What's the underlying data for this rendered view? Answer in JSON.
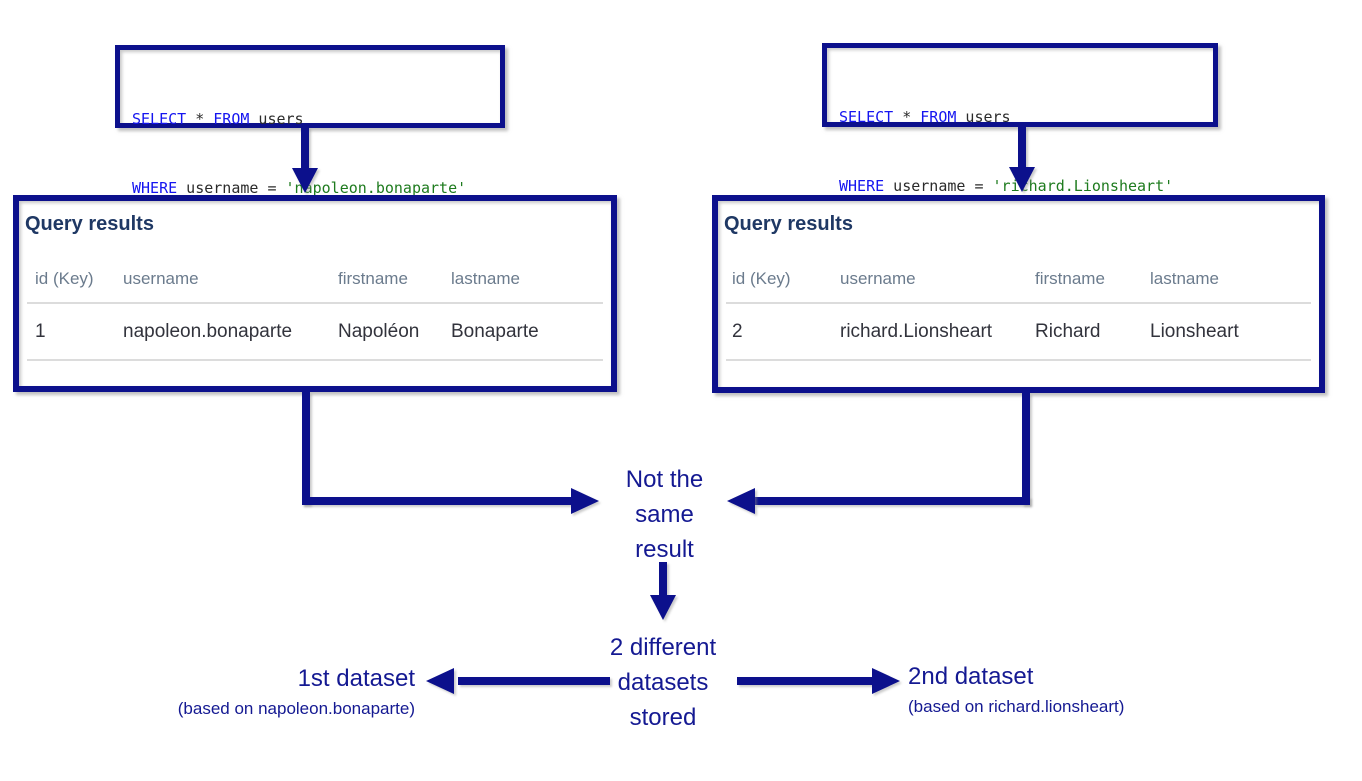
{
  "colors": {
    "shape_navy": "#0c108c",
    "text_navy": "#141992",
    "table_title": "#1f3864",
    "table_header_gray": "#6b7b8d",
    "table_row_text": "#32333c",
    "sql_keyword_blue": "#1515f0",
    "sql_string_green": "#1e7b1e",
    "sql_plain": "#2b2b2b",
    "divider_gray": "#dcdcdc"
  },
  "query_left": {
    "select_kw": "SELECT",
    "star_segment": " * ",
    "from_kw": "FROM",
    "table_segment": " users",
    "where_kw": "WHERE",
    "condition_segment": " username = ",
    "value_string": "'napoleon.bonaparte'"
  },
  "query_right": {
    "select_kw": "SELECT",
    "star_segment": " * ",
    "from_kw": "FROM",
    "table_segment": " users",
    "where_kw": "WHERE",
    "condition_segment": " username = ",
    "value_string": "'richard.Lionsheart'"
  },
  "results_left": {
    "title": "Query results",
    "headers": [
      "id (Key)",
      "username",
      "firstname",
      "lastname"
    ],
    "row": [
      "1",
      "napoleon.bonaparte",
      "Napoléon",
      "Bonaparte"
    ]
  },
  "results_right": {
    "title": "Query results",
    "headers": [
      "id (Key)",
      "username",
      "firstname",
      "lastname"
    ],
    "row": [
      "2",
      "richard.Lionsheart",
      "Richard",
      "Lionsheart"
    ]
  },
  "annotations": {
    "not_same_lines": [
      "Not the",
      "same",
      "result"
    ],
    "datasets_lines": [
      "2 different",
      "datasets",
      "stored"
    ],
    "first_dataset_title": "1st dataset",
    "first_dataset_caption": "(based on napoleon.bonaparte)",
    "second_dataset_title": "2nd dataset",
    "second_dataset_caption": "(based on richard.lionsheart)"
  }
}
